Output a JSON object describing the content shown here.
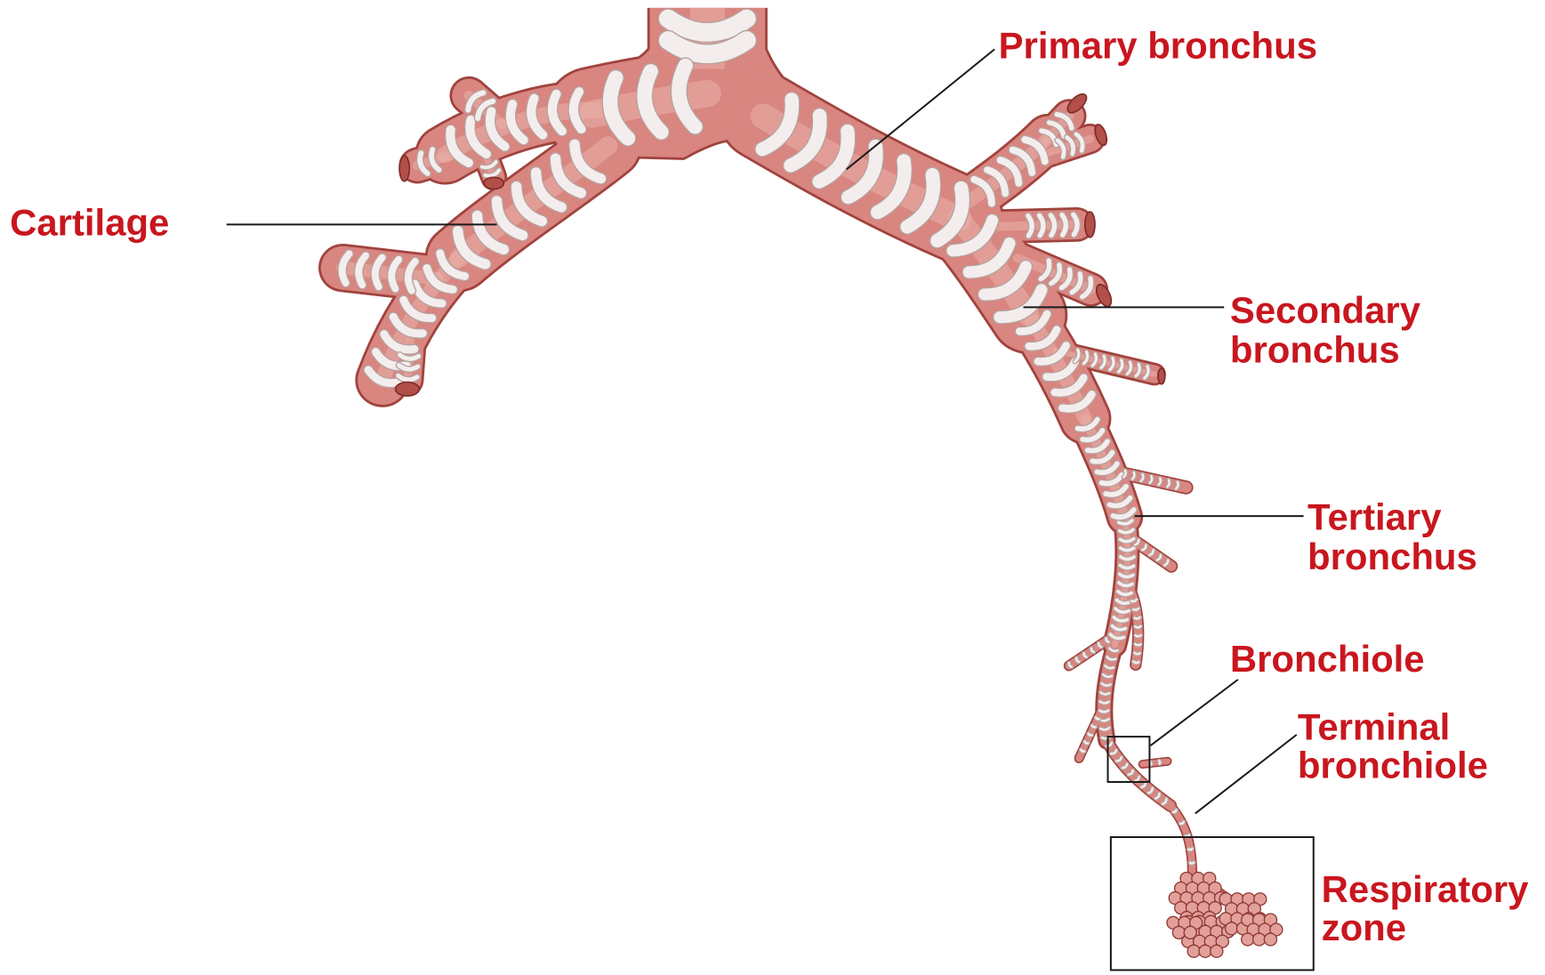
{
  "labels": {
    "primary_bronchus": "Primary bronchus",
    "cartilage": "Cartilage",
    "secondary_bronchus": [
      "Secondary",
      "bronchus"
    ],
    "tertiary_bronchus": [
      "Tertiary",
      "bronchus"
    ],
    "bronchiole": "Bronchiole",
    "terminal_bronchiole": [
      "Terminal",
      "bronchiole"
    ],
    "respiratory_zone": [
      "Respiratory",
      "zone"
    ]
  },
  "colors": {
    "background": "#ffffff",
    "label_text": "#c9161e",
    "leader_line": "#1a1a1a",
    "box_outline": "#1a1a1a",
    "airway_wall": "#d98580",
    "airway_outline": "#a0433e",
    "airway_highlight": "#eab0aa",
    "cartilage": "#f3eeed",
    "cartilage_shadow": "#b7a19e",
    "alveoli": "#e3a09b",
    "alveoli_outline": "#8f3a35"
  }
}
